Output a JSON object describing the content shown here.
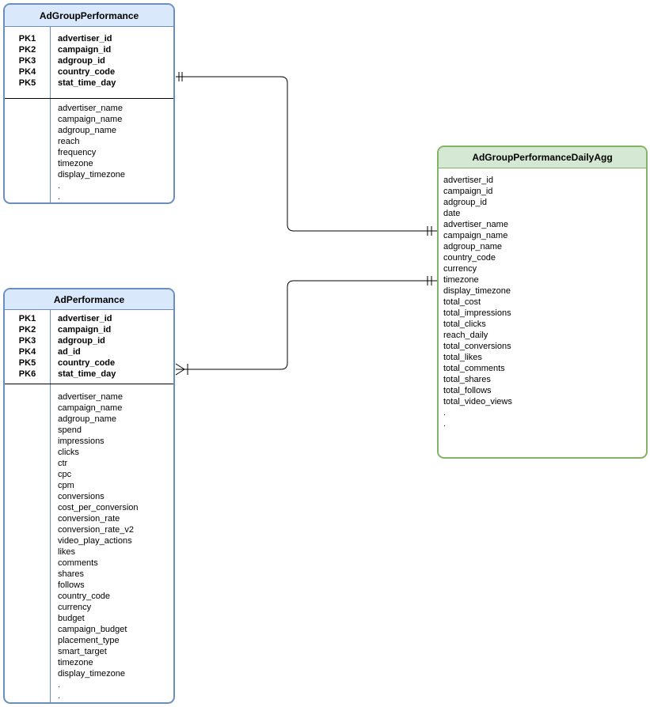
{
  "diagram": {
    "type": "entity-relationship",
    "colors": {
      "blue_header": "#dae8fc",
      "blue_border": "#6c8ebf",
      "green_header": "#d5e8d4",
      "green_border": "#82b366",
      "connector": "#000000",
      "background": "#ffffff"
    },
    "tables": [
      {
        "title": "AdGroupPerformance",
        "theme": "blue",
        "pk_labels": [
          "PK1",
          "PK2",
          "PK3",
          "PK4",
          "PK5"
        ],
        "pk_fields": [
          "advertiser_id",
          "campaign_id",
          "adgroup_id",
          "country_code",
          "stat_time_day"
        ],
        "fields": [
          "advertiser_name",
          "campaign_name",
          "adgroup_name",
          "reach",
          "frequency",
          "timezone",
          "display_timezone",
          ".",
          "."
        ]
      },
      {
        "title": "AdPerformance",
        "theme": "blue",
        "pk_labels": [
          "PK1",
          "PK2",
          "PK3",
          "PK4",
          "PK5",
          "PK6"
        ],
        "pk_fields": [
          "advertiser_id",
          "campaign_id",
          "adgroup_id",
          "ad_id",
          "country_code",
          "stat_time_day"
        ],
        "fields": [
          "advertiser_name",
          "campaign_name",
          "adgroup_name",
          "spend",
          "impressions",
          "clicks",
          "ctr",
          "cpc",
          "cpm",
          "conversions",
          "cost_per_conversion",
          "conversion_rate",
          "conversion_rate_v2",
          "video_play_actions",
          "likes",
          "comments",
          "shares",
          "follows",
          "country_code",
          "currency",
          "budget",
          "campaign_budget",
          "placement_type",
          "smart_target",
          "timezone",
          "display_timezone",
          ".",
          "."
        ]
      },
      {
        "title": "AdGroupPerformanceDailyAgg",
        "theme": "green",
        "pk_labels": [],
        "pk_fields": [],
        "fields": [
          "advertiser_id",
          "campaign_id",
          "adgroup_id",
          "date",
          "advertiser_name",
          "campaign_name",
          "adgroup_name",
          "country_code",
          "currency",
          "timezone",
          "display_timezone",
          "total_cost",
          "total_impressions",
          "total_clicks",
          "reach_daily",
          "total_conversions",
          "total_likes",
          "total_comments",
          "total_shares",
          "total_follows",
          "total_video_views",
          ".",
          "."
        ]
      }
    ],
    "relationships": [
      {
        "from": "AdGroupPerformance",
        "to": "AdGroupPerformanceDailyAgg",
        "from_cardinality": "exactly-one",
        "to_cardinality": "exactly-one"
      },
      {
        "from": "AdPerformance",
        "to": "AdGroupPerformanceDailyAgg",
        "from_cardinality": "one-or-many",
        "to_cardinality": "exactly-one"
      }
    ]
  }
}
